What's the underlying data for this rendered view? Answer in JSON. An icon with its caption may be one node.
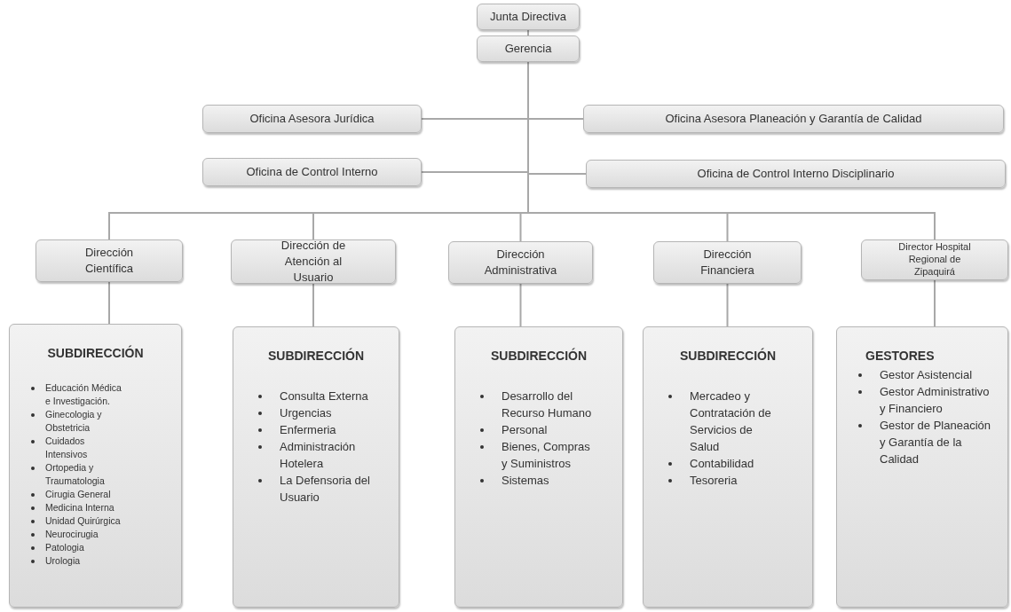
{
  "diagram": {
    "nodes": [
      {
        "text": [
          "Junta Directiva"
        ]
      },
      {
        "text": [
          "Gerencia"
        ]
      },
      {
        "text": [
          "Oficina Asesora Jurídica"
        ]
      },
      {
        "text": [
          "Oficina Asesora Planeación y Garantía de Calidad"
        ]
      },
      {
        "text": [
          "Oficina de Control Interno"
        ]
      },
      {
        "text": [
          "Oficina de Control Interno Disciplinario"
        ]
      },
      {
        "text": [
          "Dirección Científica"
        ]
      },
      {
        "text": [
          "Dirección de Atención al Usuario"
        ]
      },
      {
        "text": [
          "Dirección Administrativa"
        ]
      },
      {
        "text": [
          "Dirección Financiera"
        ]
      },
      {
        "text": [
          "Director Hospital Regional de Zipaquirá"
        ]
      },
      {
        "text": [
          "SUBDIRECCIÓN",
          "Educación Médica e Investigación.",
          "Ginecologia y Obstetricia",
          "Cuidados Intensivos",
          "Ortopedia y Traumatologia",
          "Cirugia General",
          "Medicina Interna",
          "Unidad Quirúrgica",
          "Neurocirugia",
          "Patologia",
          "Urologia"
        ]
      },
      {
        "text": [
          "SUBDIRECCIÓN",
          "Consulta Externa",
          "Urgencias",
          "Enfermeria",
          "Administración Hotelera",
          "La Defensoria del Usuario"
        ]
      },
      {
        "text": [
          "SUBDIRECCIÓN",
          "Desarrollo del Recurso Humano",
          "Personal",
          "Bienes, Compras y Suministros",
          "Sistemas"
        ]
      },
      {
        "text": [
          "SUBDIRECCIÓN",
          "Mercadeo y Contratación de Servicios de Salud",
          "Contabilidad",
          "Tesoreria"
        ]
      },
      {
        "text": [
          "GESTORES",
          "Gestor Asistencial",
          "Gestor Administrativo y Financiero",
          "Gestor de Planeación y Garantía de la Calidad"
        ]
      }
    ],
    "edges": [
      {
        "from": 0,
        "to": 1,
        "arrow": "none"
      },
      {
        "from": 1,
        "to": 2,
        "arrow": "none"
      },
      {
        "from": 1,
        "to": 3,
        "arrow": "none"
      },
      {
        "from": 1,
        "to": 4,
        "arrow": "none"
      },
      {
        "from": 1,
        "to": 5,
        "arrow": "none"
      },
      {
        "from": 1,
        "to": 6,
        "arrow": "none"
      },
      {
        "from": 1,
        "to": 7,
        "arrow": "none"
      },
      {
        "from": 1,
        "to": 8,
        "arrow": "none"
      },
      {
        "from": 1,
        "to": 9,
        "arrow": "none"
      },
      {
        "from": 1,
        "to": 10,
        "arrow": "none"
      },
      {
        "from": 6,
        "to": 11,
        "arrow": "none"
      },
      {
        "from": 7,
        "to": 12,
        "arrow": "none"
      },
      {
        "from": 8,
        "to": 13,
        "arrow": "none"
      },
      {
        "from": 9,
        "to": 14,
        "arrow": "none"
      },
      {
        "from": 10,
        "to": 15,
        "arrow": "none"
      }
    ]
  }
}
